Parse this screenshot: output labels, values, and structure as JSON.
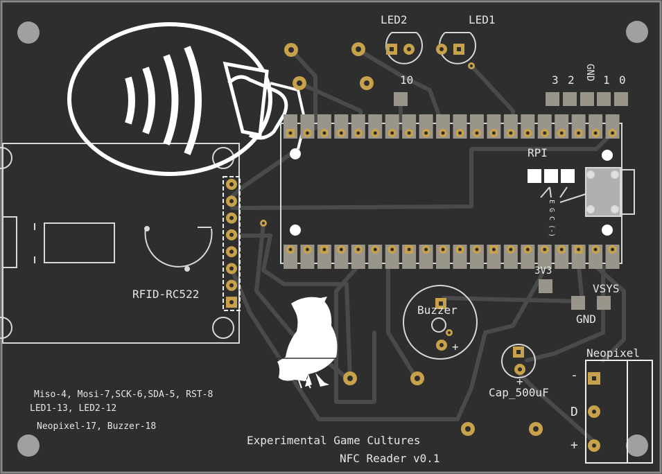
{
  "board": {
    "title": "Experimental Game Cultures",
    "subtitle": "NFC Reader v0.1",
    "colors": {
      "substrate": "#2e2e2e",
      "edge": "#8a8a8a",
      "trace": "#4a4a4a",
      "copper": "#c8a24a",
      "pad_smd": "#9a958a",
      "silkscreen": "#f2f2f2",
      "mount_hole": "#a0a0a0"
    }
  },
  "components": {
    "rfid_label": "RFID-RC522",
    "rpi_label": "RPI",
    "rpi_pad_legend": "E G C (-)",
    "led1_label": "LED1",
    "led2_label": "LED2",
    "buzzer_label": "Buzzer",
    "buzzer_plus": "+",
    "cap_label": "Cap_500uF",
    "cap_plus": "+",
    "neopixel_label": "Neopixel",
    "neopixel_pins": [
      "-",
      "D",
      "+"
    ],
    "v3_label": "3V3",
    "vsys_label": "VSYS",
    "gnd_label": "GND",
    "header_top_labels": [
      "3",
      "2",
      "GND",
      "1",
      "0"
    ],
    "pad_10_label": "10"
  },
  "notes": {
    "line1": "Miso-4, Mosi-7,SCK-6,SDA-5, RST-8",
    "line2": "LED1-13, LED2-12",
    "line3": "Neopixel-17, Buzzer-18"
  },
  "icons": [
    "nfc-tap-icon",
    "raven-logo-icon"
  ]
}
